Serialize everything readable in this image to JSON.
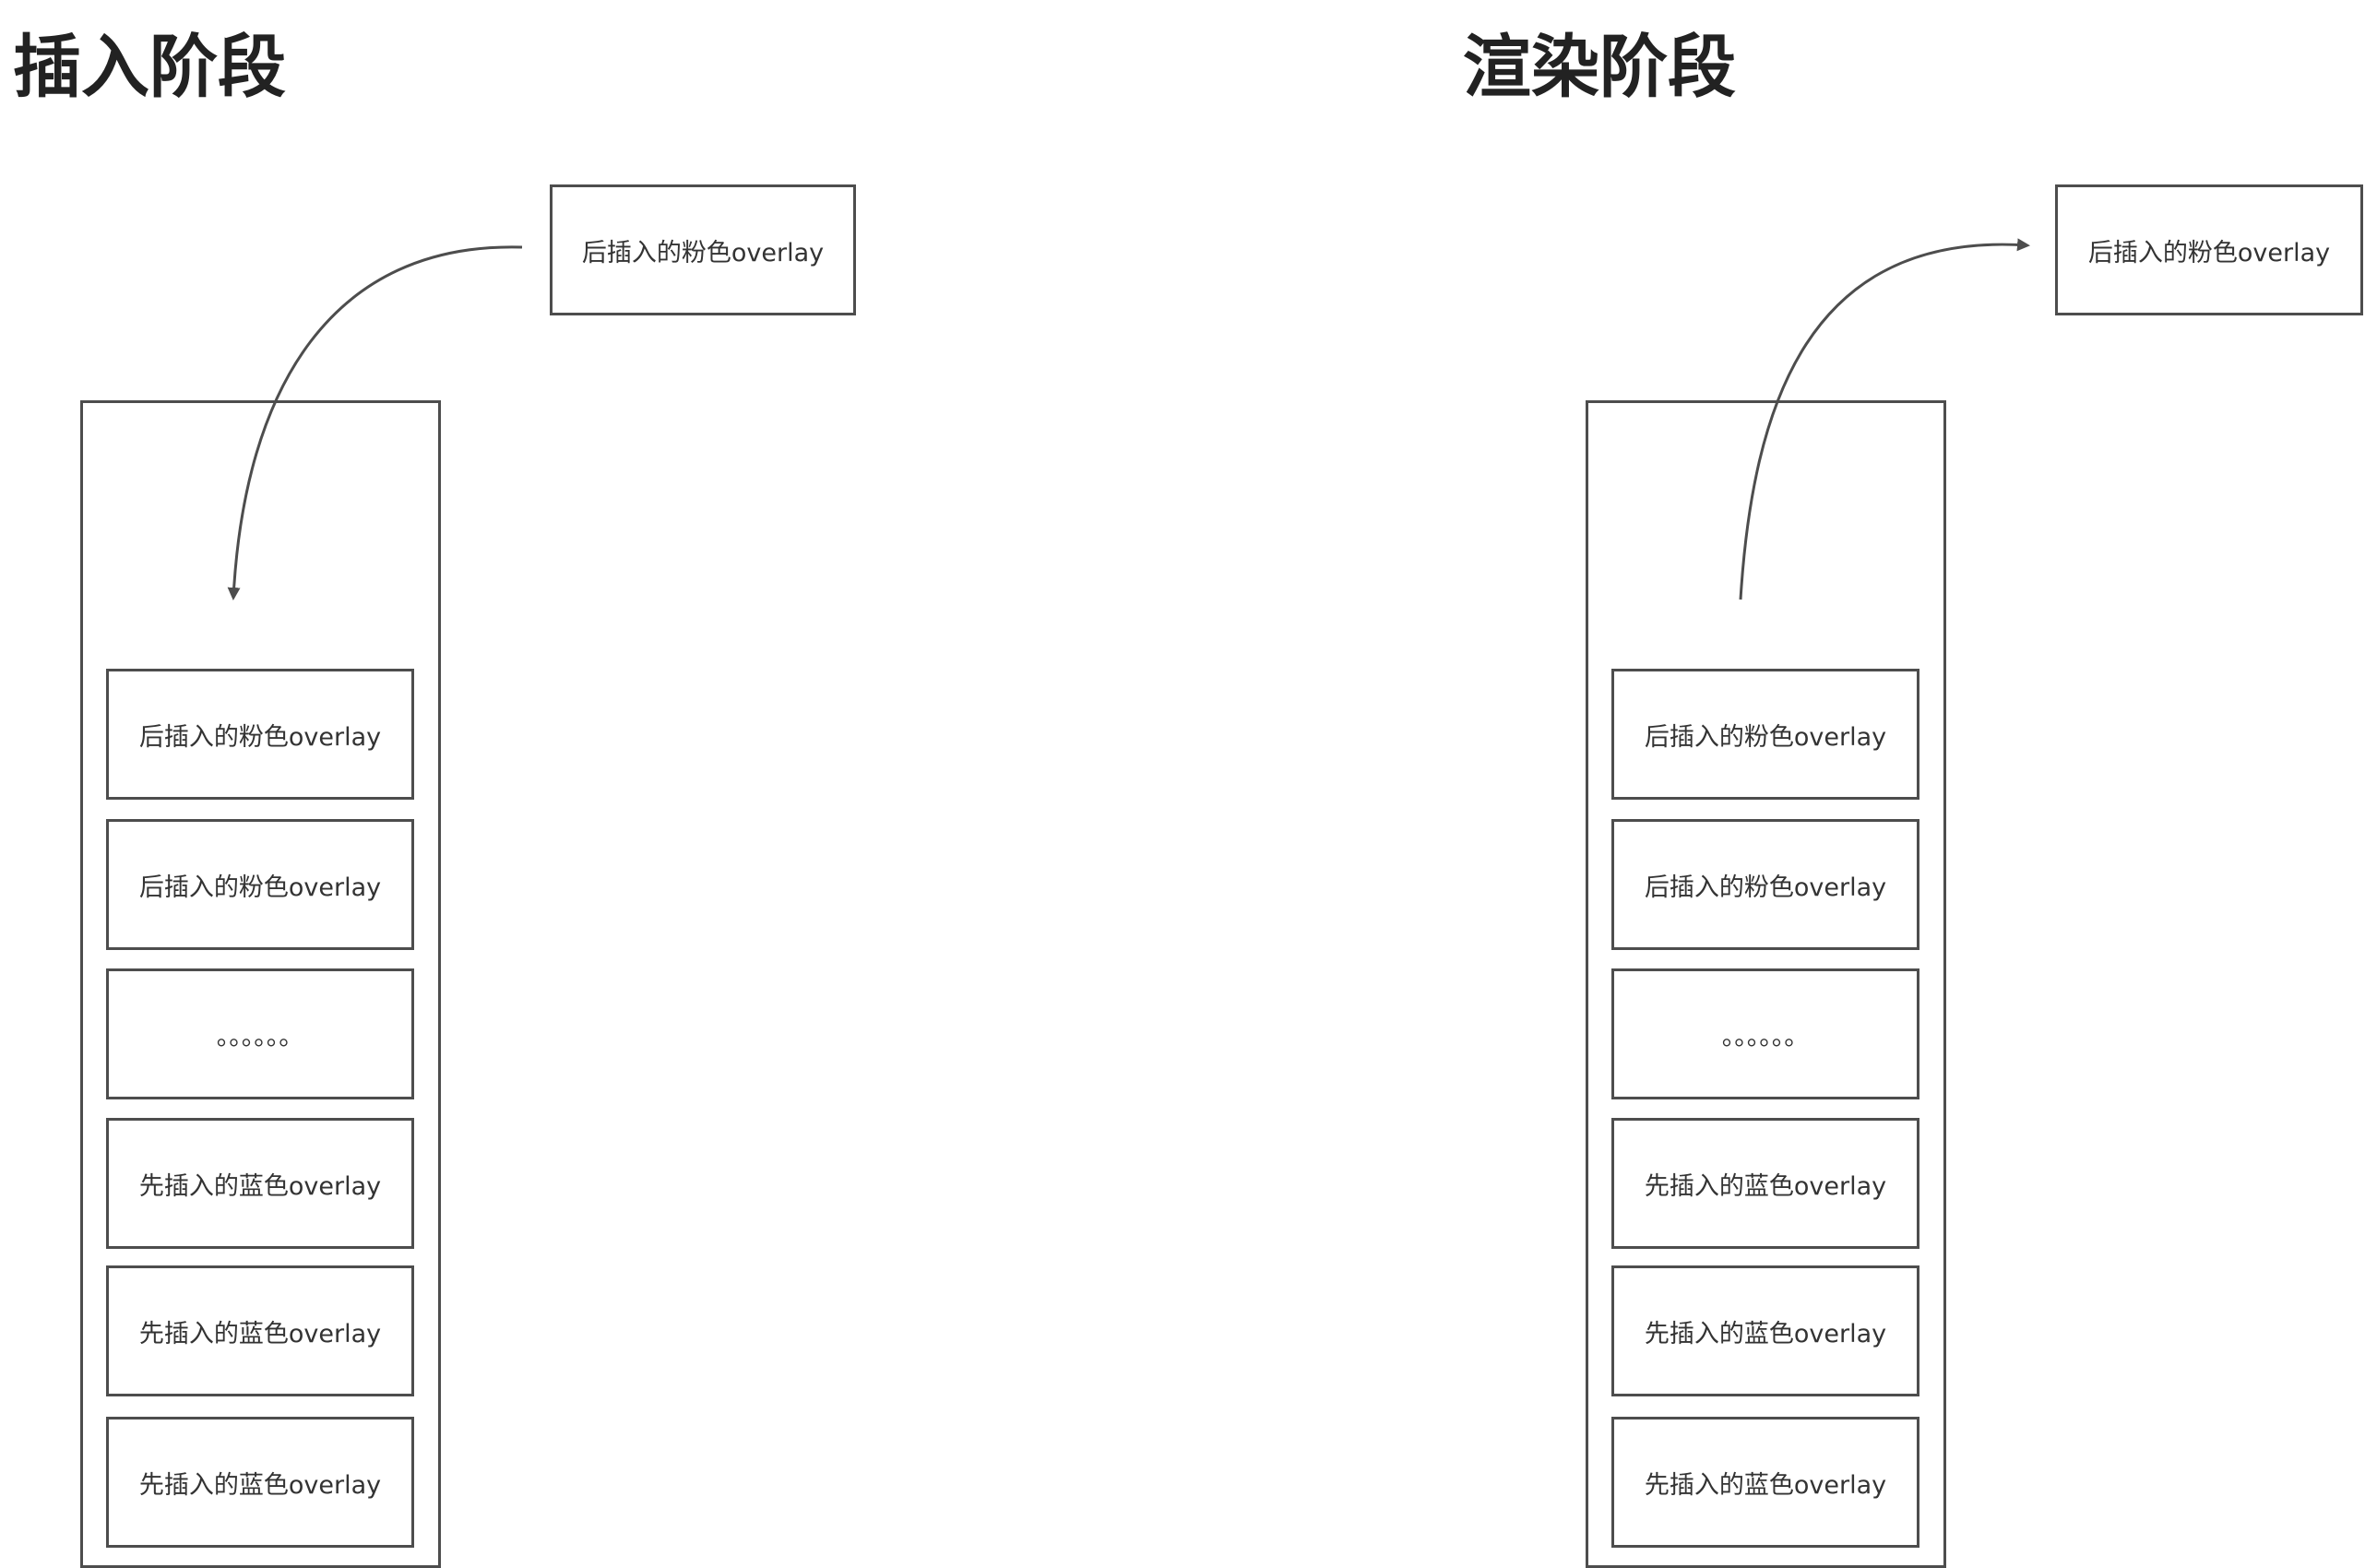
{
  "left": {
    "title": "插入阶段",
    "incoming_label": "后插入的粉色overlay",
    "stack": [
      "后插入的粉色overlay",
      "后插入的粉色overlay",
      "。。。。。。",
      "先插入的蓝色overlay",
      "先插入的蓝色overlay",
      "先插入的蓝色overlay"
    ]
  },
  "right": {
    "title": "渲染阶段",
    "outgoing_label": "后插入的粉色overlay",
    "stack": [
      "后插入的粉色overlay",
      "后插入的粉色overlay",
      "。。。。。。",
      "先插入的蓝色overlay",
      "先插入的蓝色overlay",
      "先插入的蓝色overlay"
    ]
  },
  "colors": {
    "stroke": "#4d4d4d",
    "text": "#333333"
  }
}
